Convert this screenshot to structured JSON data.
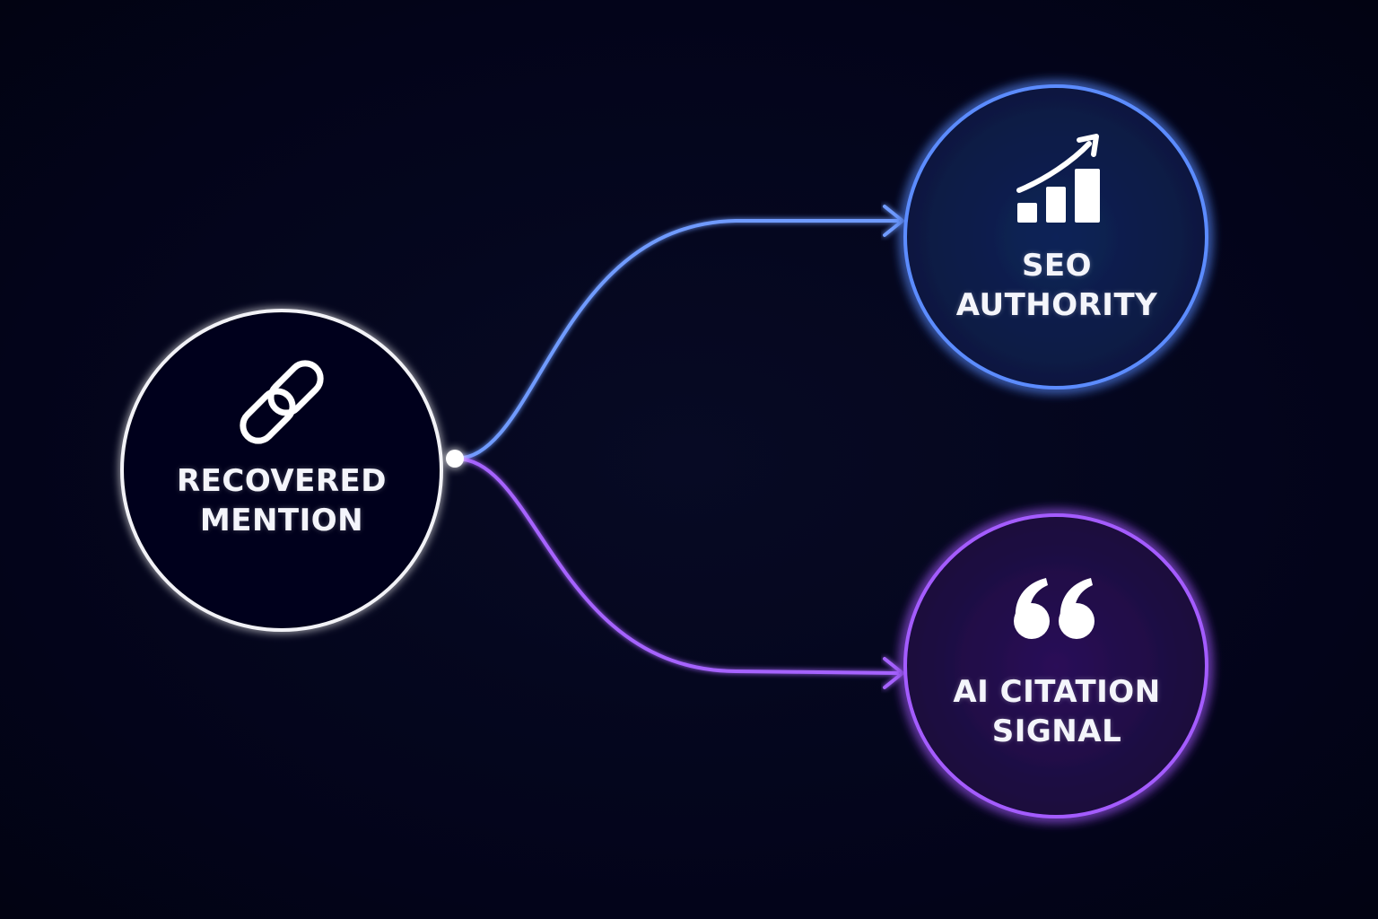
{
  "nodes": {
    "source": {
      "line1": "RECOVERED",
      "line2": "MENTION",
      "icon": "link-chain-icon",
      "ring_color": "#f2f2f7"
    },
    "seo": {
      "line1": "SEO",
      "line2": "AUTHORITY",
      "icon": "growth-bar-chart-icon",
      "ring_color": "#5b8cff",
      "fill_color": "#0b1a46"
    },
    "ai": {
      "line1": "AI CITATION",
      "line2": "SIGNAL",
      "icon": "quote-marks-icon",
      "ring_color": "#a45cff",
      "fill_color": "#1f0c46"
    }
  },
  "edges": [
    {
      "from": "source",
      "to": "seo",
      "color": "#6f9bff"
    },
    {
      "from": "source",
      "to": "ai",
      "color": "#a663ff"
    }
  ]
}
